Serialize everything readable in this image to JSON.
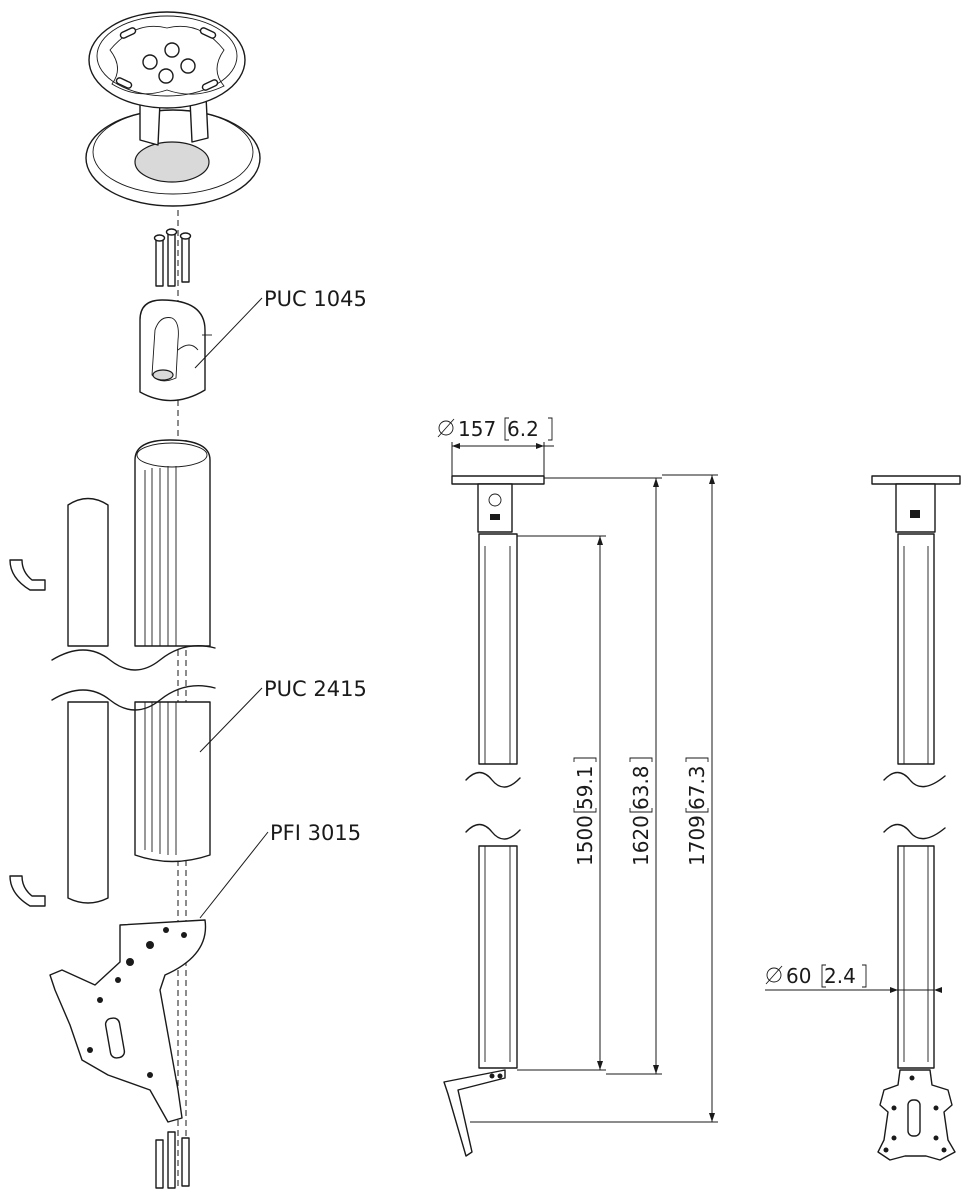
{
  "labels": {
    "ceiling_plate": "PUC 1045",
    "tube": "PUC 2415",
    "interface": "PFI 3015"
  },
  "dimensions": {
    "plate_diameter_mm": "157",
    "plate_diameter_in": "6.2",
    "tube_length_mm": "1500",
    "tube_length_in": "59.1",
    "length_mid_mm": "1620",
    "length_mid_in": "63.8",
    "total_length_mm": "1709",
    "total_length_in": "67.3",
    "tube_diameter_mm": "60",
    "tube_diameter_in": "2.4"
  }
}
